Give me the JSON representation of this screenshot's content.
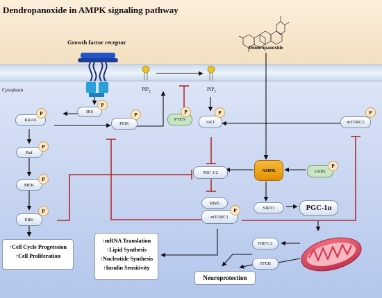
{
  "title": "Dendropanoxide in AMPK signaling pathway",
  "labels": {
    "receptor": "Growth factor receptor",
    "compound": "Dendropanoxide",
    "cytoplasm": "Cytoplasm",
    "pip2": "PIP",
    "pip2_sub": "2",
    "pip3": "PIP",
    "pip3_sub": "3",
    "p": "P"
  },
  "nodes": {
    "irs": "IRS",
    "kras": "KRAS",
    "pi3k": "PI3K",
    "pten": "PTEN",
    "akt": "AKT",
    "mtorc2": "mTORC2",
    "raf": "Raf",
    "mek": "MEK",
    "erk": "ERK",
    "tsc": "TSC 1/2",
    "ampk": "AMPK",
    "lkb1": "LKB1",
    "rheb": "Rheb",
    "mtorc1": "mTORC1",
    "sirt1": "SIRT1",
    "pgc": "PGC-1α",
    "nrf": "NRF1/2",
    "tfeb": "TFEB"
  },
  "outcomes": {
    "cell": [
      "↑Cell Cycle Progression",
      "↑Cell Proliferation"
    ],
    "synthesis": [
      "↑mRNA Translation",
      "↑Lipid Synthesis",
      "↑Nucleotide Synthesis",
      "↑Insulin Sensitivity"
    ],
    "neuro": "Neuroprotection"
  },
  "colors": {
    "activation": "#111111",
    "inhibition": "#b22a2a",
    "ampk": "#f0a010",
    "pten": "#c9e6c4",
    "lkb1": "#c9e6c4",
    "p_circle": "#fbe7c2",
    "extracellular": "#f7e5c6",
    "cytoplasm": "#c3d2f0"
  }
}
